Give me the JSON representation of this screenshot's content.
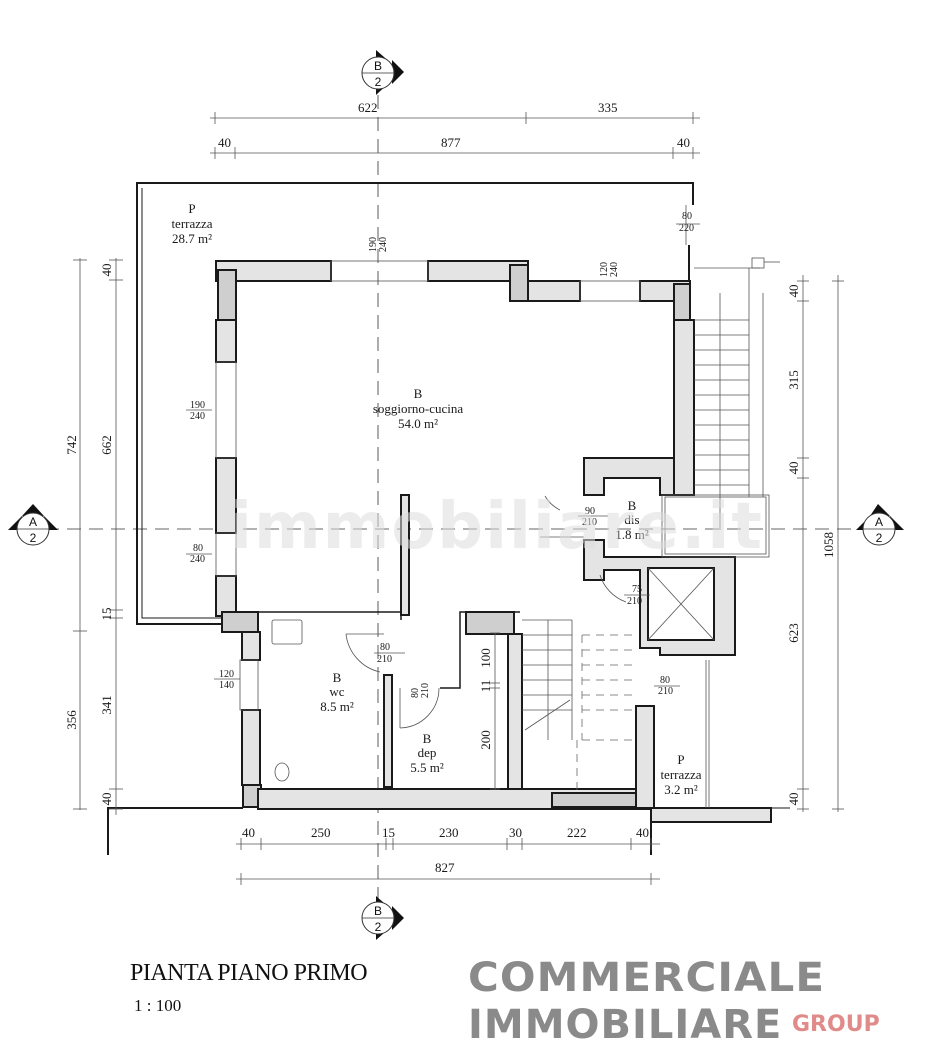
{
  "drawing": {
    "title": "PIANTA PIANO PRIMO",
    "scale": "1 : 100",
    "watermark": "immobiliare.it",
    "brand": {
      "line1": "COMMERCIALE",
      "line2": "IMMOBILIARE",
      "line3": "GROUP",
      "gray_color": "#8a8a8a",
      "accent_color": "#e08a8a"
    }
  },
  "section_markers": {
    "top": {
      "letter": "B",
      "number": "2"
    },
    "bottom": {
      "letter": "B",
      "number": "2"
    },
    "left": {
      "letter": "A",
      "number": "2"
    },
    "right": {
      "letter": "A",
      "number": "2"
    }
  },
  "rooms": [
    {
      "code": "P",
      "name": "terrazza",
      "area": "28.7 m²"
    },
    {
      "code": "B",
      "name": "soggiorno-cucina",
      "area": "54.0 m²"
    },
    {
      "code": "B",
      "name": "dis",
      "area": "1.8 m²"
    },
    {
      "code": "B",
      "name": "wc",
      "area": "8.5 m²"
    },
    {
      "code": "B",
      "name": "dep",
      "area": "5.5 m²"
    },
    {
      "code": "P",
      "name": "terrazza",
      "area": "3.2 m²"
    }
  ],
  "openings": [
    {
      "w": "190",
      "h": "240"
    },
    {
      "w": "120",
      "h": "240"
    },
    {
      "w": "80",
      "h": "220"
    },
    {
      "w": "190",
      "h": "240"
    },
    {
      "w": "80",
      "h": "240"
    },
    {
      "w": "90",
      "h": "210"
    },
    {
      "w": "75",
      "h": "210"
    },
    {
      "w": "80",
      "h": "210"
    },
    {
      "w": "120",
      "h": "140"
    },
    {
      "w": "80",
      "h": "210"
    },
    {
      "w": "80",
      "h": "210"
    }
  ],
  "dimensions": {
    "top_row1": [
      "622",
      "335"
    ],
    "top_row2": [
      "40",
      "877",
      "40"
    ],
    "left_outer": [
      "742",
      "356"
    ],
    "left_inner": [
      "40",
      "662",
      "15",
      "341",
      "40"
    ],
    "right_inner": [
      "40",
      "315",
      "40",
      "623",
      "40"
    ],
    "right_outer": [
      "1058"
    ],
    "bottom_row1": [
      "40",
      "250",
      "15",
      "230",
      "30",
      "222",
      "40"
    ],
    "bottom_row2": [
      "827"
    ],
    "dep_vertical": [
      "100",
      "11",
      "200"
    ]
  }
}
